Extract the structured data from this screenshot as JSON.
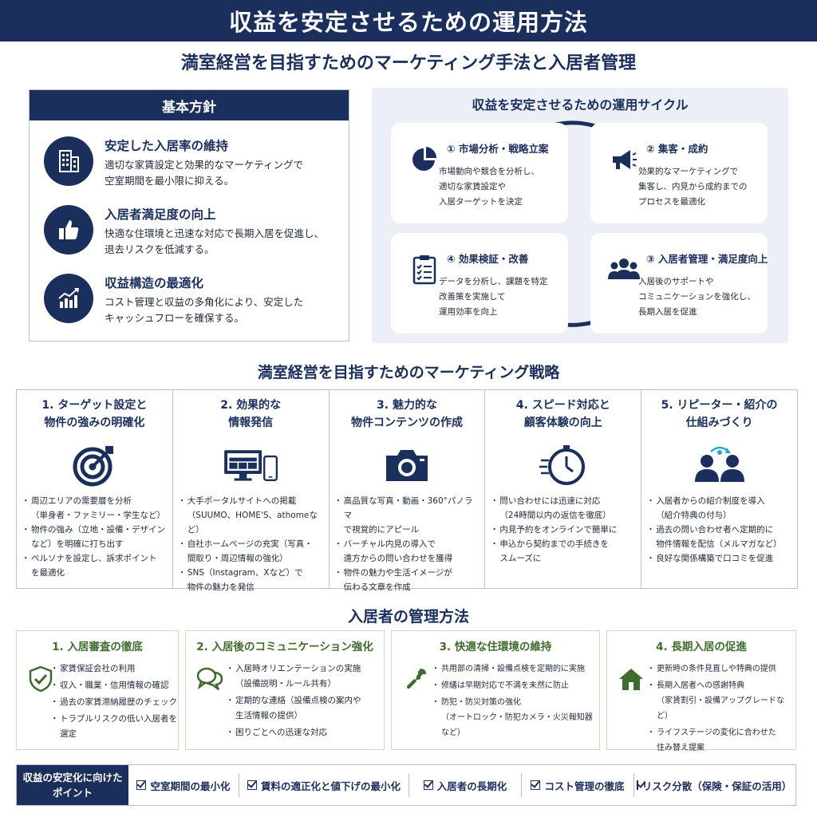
{
  "header": {
    "title": "収益を安定させるための運用方法",
    "subtitle": "満室経営を目指すためのマーケティング手法と入居者管理"
  },
  "policy": {
    "heading": "基本方針",
    "items": [
      {
        "icon": "building-icon",
        "title": "安定した入居率の維持",
        "text": "適切な家賃設定と効果的なマーケティングで\n空室期間を最小限に抑える。"
      },
      {
        "icon": "thumbs-up-icon",
        "title": "入居者満足度の向上",
        "text": "快適な住環境と迅速な対応で長期入居を促進し、\n退去リスクを低減する。"
      },
      {
        "icon": "growth-chart-icon",
        "title": "収益構造の最適化",
        "text": "コスト管理と収益の多角化により、安定した\nキャッシュフローを確保する。"
      }
    ]
  },
  "cycle": {
    "heading": "収益を安定させるための運用サイクル",
    "steps": [
      {
        "icon": "pie-chart-icon",
        "title": "① 市場分析・戦略立案",
        "text": "市場動向や競合を分析し、\n適切な家賃設定や\n入居ターゲットを決定"
      },
      {
        "icon": "megaphone-icon",
        "title": "② 集客・成約",
        "text": "効果的なマーケティングで\n集客し、内見から成約までの\nプロセスを最適化"
      },
      {
        "icon": "users-icon",
        "title": "③ 入居者管理・満足度向上",
        "text": "入居後のサポートや\nコミュニケーションを強化し、\n長期入居を促進"
      },
      {
        "icon": "clipboard-icon",
        "title": "④ 効果検証・改善",
        "text": "データを分析し、課題を特定\n改善策を実施して\n運用効率を向上"
      }
    ]
  },
  "marketing": {
    "heading": "満室経営を目指すためのマーケティング戦略",
    "columns": [
      {
        "icon": "target-icon",
        "title": "1. ターゲット設定と\n物件の強みの明確化",
        "bullets": [
          "周辺エリアの需要層を分析\n（単身者・ファミリー・学生など）",
          "物件の強み（立地・設備・デザイン\nなど）を明確に打ち出す",
          "ペルソナを設定し、訴求ポイント\nを最適化"
        ]
      },
      {
        "icon": "monitor-phone-icon",
        "title": "2. 効果的な\n情報発信",
        "bullets": [
          "大手ポータルサイトへの掲載\n（SUUMO、HOME'S、athomeなど）",
          "自社ホームページの充実（写真・\n間取り・周辺情報の強化）",
          "SNS（Instagram、Xなど）で\n物件の魅力を発信"
        ]
      },
      {
        "icon": "camera-icon",
        "title": "3. 魅力的な\n物件コンテンツの作成",
        "bullets": [
          "高品質な写真・動画・360°パノラマ\nで視覚的にアピール",
          "バーチャル内見の導入で\n遠方からの問い合わせを獲得",
          "物件の魅力や生活イメージが\n伝わる文章を作成"
        ]
      },
      {
        "icon": "stopwatch-icon",
        "title": "4. スピード対応と\n顧客体験の向上",
        "bullets": [
          "問い合わせには迅速に対応\n（24時間以内の返信を徹底）",
          "内見予約をオンラインで簡単に",
          "申込から契約までの手続きを\nスムーズに"
        ]
      },
      {
        "icon": "referral-icon",
        "title": "5. リピーター・紹介の\n仕組みづくり",
        "bullets": [
          "入居者からの紹介制度を導入\n（紹介特典の付与）",
          "過去の問い合わせ者へ定期的に\n物件情報を配信（メルマガなど）",
          "良好な関係構築で口コミを促進"
        ]
      }
    ]
  },
  "management": {
    "heading": "入居者の管理方法",
    "cards": [
      {
        "icon": "shield-check-icon",
        "title": "1. 入居審査の徹底",
        "bullets": [
          "家賃保証会社の利用",
          "収入・職業・信用情報の確認",
          "過去の家賃滞納履歴のチェック",
          "トラブルリスクの低い入居者を\n選定"
        ]
      },
      {
        "icon": "chat-bubbles-icon",
        "title": "2. 入居後のコミュニケーション強化",
        "bullets": [
          "入居時オリエンテーションの実施\n（設備説明・ルール共有）",
          "定期的な連絡（設備点検の案内や\n生活情報の提供）",
          "困りごとへの迅速な対応"
        ]
      },
      {
        "icon": "wrench-icon",
        "title": "3. 快適な住環境の維持",
        "bullets": [
          "共用部の清掃・設備点検を定期的に実施",
          "修繕は早期対応で不満を未然に防止",
          "防犯・防災対策の強化\n（オートロック・防犯カメラ・火災報知器など）"
        ]
      },
      {
        "icon": "house-icon",
        "title": "4. 長期入居の促進",
        "bullets": [
          "更新時の条件見直しや特典の提供",
          "長期入居者への感謝特典\n（家賃割引・設備アップグレードなど）",
          "ライフステージの変化に合わせた\n住み替え提案"
        ]
      }
    ]
  },
  "points": {
    "label": "収益の安定化に向けた\nポイント",
    "items": [
      "空室期間の最小化",
      "賃料の適正化と値下げの最小化",
      "入居者の長期化",
      "コスト管理の徹底",
      "リスク分散（保険・保証の活用）"
    ]
  },
  "colors": {
    "navy": "#1b2f5c",
    "green": "#3f6b2c",
    "cycle_bg": "#ecf0f6"
  }
}
